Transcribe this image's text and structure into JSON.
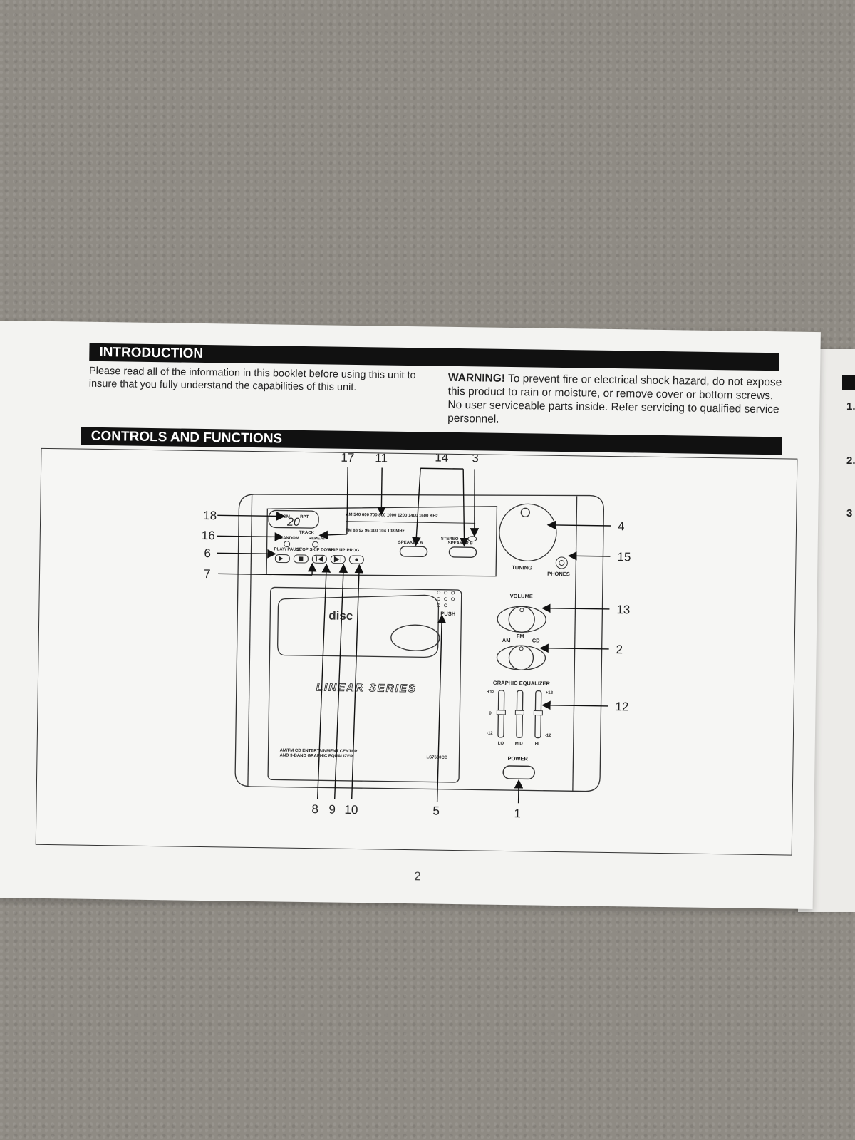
{
  "intro": {
    "heading": "INTRODUCTION",
    "text": "Please read all of the information in this booklet before using this unit to insure that you fully understand the capabilities of this unit."
  },
  "warning": {
    "label": "WARNING!",
    "text": "To prevent fire or electrical shock hazard, do not expose this product to rain or moisture, or remove cover or bottom screws. No user serviceable parts inside. Refer servicing to qualified service personnel."
  },
  "controls": {
    "heading": "CONTROLS AND FUNCTIONS"
  },
  "callouts": {
    "c1": "1",
    "c2": "2",
    "c3": "3",
    "c4": "4",
    "c5": "5",
    "c6": "6",
    "c7": "7",
    "c8": "8",
    "c9": "9",
    "c10": "10",
    "c11": "11",
    "c12": "12",
    "c13": "13",
    "c14": "14",
    "c15": "15",
    "c16": "16",
    "c17": "17",
    "c18": "18"
  },
  "device": {
    "display_value": "20",
    "display_left": "PGM",
    "display_right": "RPT",
    "track": "TRACK",
    "am_scale": "AM  540  600  700  800  1000  1200  1400  1600  KHz",
    "fm_scale": "FM  88   92  96   100   104   108  MHz",
    "stereo": "STEREO",
    "random": "RANDOM",
    "repeat": "REPEAT",
    "play_pause": "PLAY/ PAUSE",
    "stop": "STOP",
    "skip_down": "SKIP DOWN",
    "skip_up": "SKIP UP",
    "prog": "PROG",
    "speaker_a": "SPEAKER A",
    "speaker_b": "SPEAKER B",
    "tuning": "TUNING",
    "phones": "PHONES",
    "volume": "VOLUME",
    "am": "AM",
    "fm": "FM",
    "cd": "CD",
    "eq_title": "GRAPHIC EQUALIZER",
    "eq_plus": "+12",
    "eq_zero": "0",
    "eq_minus": "-12",
    "eq_lo": "LO",
    "eq_mid": "MID",
    "eq_hi": "HI",
    "power": "POWER",
    "push": "PUSH",
    "disc_logo": "disc",
    "brand": "LINEAR SERIES",
    "desc_line1": "AM/FM CD ENTERTAINMENT CENTER",
    "desc_line2": "AND 3-BAND GRAPHIC EQUALIZER",
    "model": "LS7600CD"
  },
  "page_number": "2",
  "next_page_numbers": [
    "1.",
    "2.",
    "3"
  ]
}
